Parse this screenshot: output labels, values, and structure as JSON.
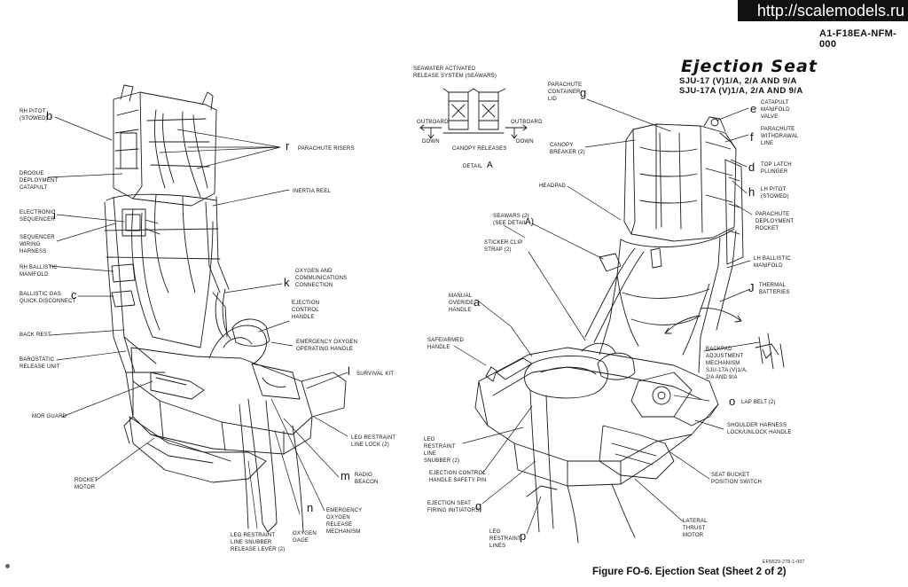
{
  "watermark": "http://scalemodels.ru",
  "document_number": "A1-F18EA-NFM-000",
  "title": "Ejection Seat",
  "subtitle_1": "SJU-17 (V)1/A, 2/A AND 9/A",
  "subtitle_2": "SJU-17A (V)1/A, 2/A AND 9/A",
  "caption": "Figure FO-6. Ejection Seat (Sheet 2 of 2)",
  "figure_code": "EFN529-278-1-007",
  "detail_a": {
    "seawars": "SEAWATER ACTIVATED\nRELEASE SYSTEM (SEAWARS)",
    "outboard_left": "OUTBOARD",
    "down_left": "DOWN",
    "outboard_right": "OUTBOARD",
    "down_right": "DOWN",
    "canopy_releases": "CANOPY RELEASES",
    "detail_label": "DETAIL",
    "detail_letter": "A"
  },
  "left_labels": {
    "rh_pitot": "RH PITOT\n(STOWED)",
    "drogue": "DROGUE\nDEPLOYMENT\nCATAPULT",
    "electronic_sequencer": "ELECTRONIC\nSEQUENCER",
    "sequencer_harness": "SEQUENCER\nWIRING\nHARNESS",
    "rh_ballistic": "RH BALLISTIC\nMANIFOLD",
    "ballistic_gas": "BALLISTIC GAS\nQUICK DISCONNECT",
    "back_rest": "BACK REST",
    "barostatic": "BAROSTATIC\nRELEASE UNIT",
    "mor_guard": "MOR GUARD",
    "rocket_motor": "ROCKET\nMOTOR",
    "parachute_risers": "PARACHUTE RISERS",
    "inertia_reel": "INERTIA REEL",
    "oxygen_comm": "OXYGEN AND\nCOMMUNICATIONS\nCONNECTION",
    "ejection_control_handle": "EJECTION\nCONTROL\nHANDLE",
    "emergency_oxygen_handle": "EMERGENCY OXYGEN\nOPERATING HANDLE",
    "survival_kit": "SURVIVAL KIT",
    "leg_restraint_lock": "LEG RESTRAINT\nLINE LOCK (2)",
    "radio_beacon": "RADIO\nBEACON",
    "emergency_oxygen_release": "EMERGENCY\nOXYGEN\nRELEASE\nMECHANISM",
    "oxygen_gage": "OXYGEN\nGAGE",
    "snubber_release": "LEG RESTRAINT\nLINE SNUBBER\nRELEASE LEVER (2)"
  },
  "left_letters": {
    "b": "b",
    "i": "i",
    "c": "c",
    "r": "r",
    "k": "k",
    "l": "l",
    "m": "m",
    "n": "n"
  },
  "right_labels": {
    "parachute_container": "PARACHUTE\nCONTAINER\nLID",
    "canopy_breaker": "CANOPY\nBREAKER (2)",
    "headpad": "HEADPAD",
    "seawars": "SEAWARS (2)\n(SEE DETAIL",
    "seawars_a": "A)",
    "sticker_clip": "STICKER CLIP\nSTRAP (2)",
    "manual_override": "MANUAL\nOVERIDE\nHANDLE",
    "safe_armed": "SAFE/ARMED\nHANDLE",
    "leg_restraint_snubber": "LEG\nRESTRAINT\nLINE\nSNUBBER (2)",
    "ejection_safety_pin": "EJECTION CONTROL\nHANDLE SAFETY PIN",
    "firing_initiators": "EJECTION SEAT\nFIRING INITIATORS",
    "leg_restraint_lines": "LEG\nRESTRAINT\nLINES",
    "catapult_valve": "CATAPULT\nMANIFOLD\nVALVE",
    "parachute_withdrawal": "PARACHUTE\nWITHDRAWAL\nLINE",
    "top_latch": "TOP LATCH\nPLUNGER",
    "lh_pitot": "LH PITOT\n(STOWED)",
    "parachute_rocket": "PARACHUTE\nDEPLOYMENT\nROCKET",
    "lh_ballistic": "LH BALLISTIC\nMANIFOLD",
    "thermal_batteries": "THERMAL\nBATTERIES",
    "backpad": "BACKPAD\nADJUSTMENT\nMECHANISM\nSJU-17A (V)1/A,\n2/A AND 9/A",
    "lap_belt": "LAP BELT (2)",
    "shoulder_harness": "SHOULDER HARNESS\nLOCK/UNLOCK HANDLE",
    "seat_bucket": "SEAT BUCKET\nPOSITION SWITCH",
    "lateral_thrust": "LATERAL\nTHRUST\nMOTOR"
  },
  "right_letters": {
    "g": "g",
    "a": "a",
    "q": "q",
    "p": "p",
    "e": "e",
    "f": "f",
    "d": "d",
    "h": "h",
    "j": "J",
    "o": "o"
  }
}
